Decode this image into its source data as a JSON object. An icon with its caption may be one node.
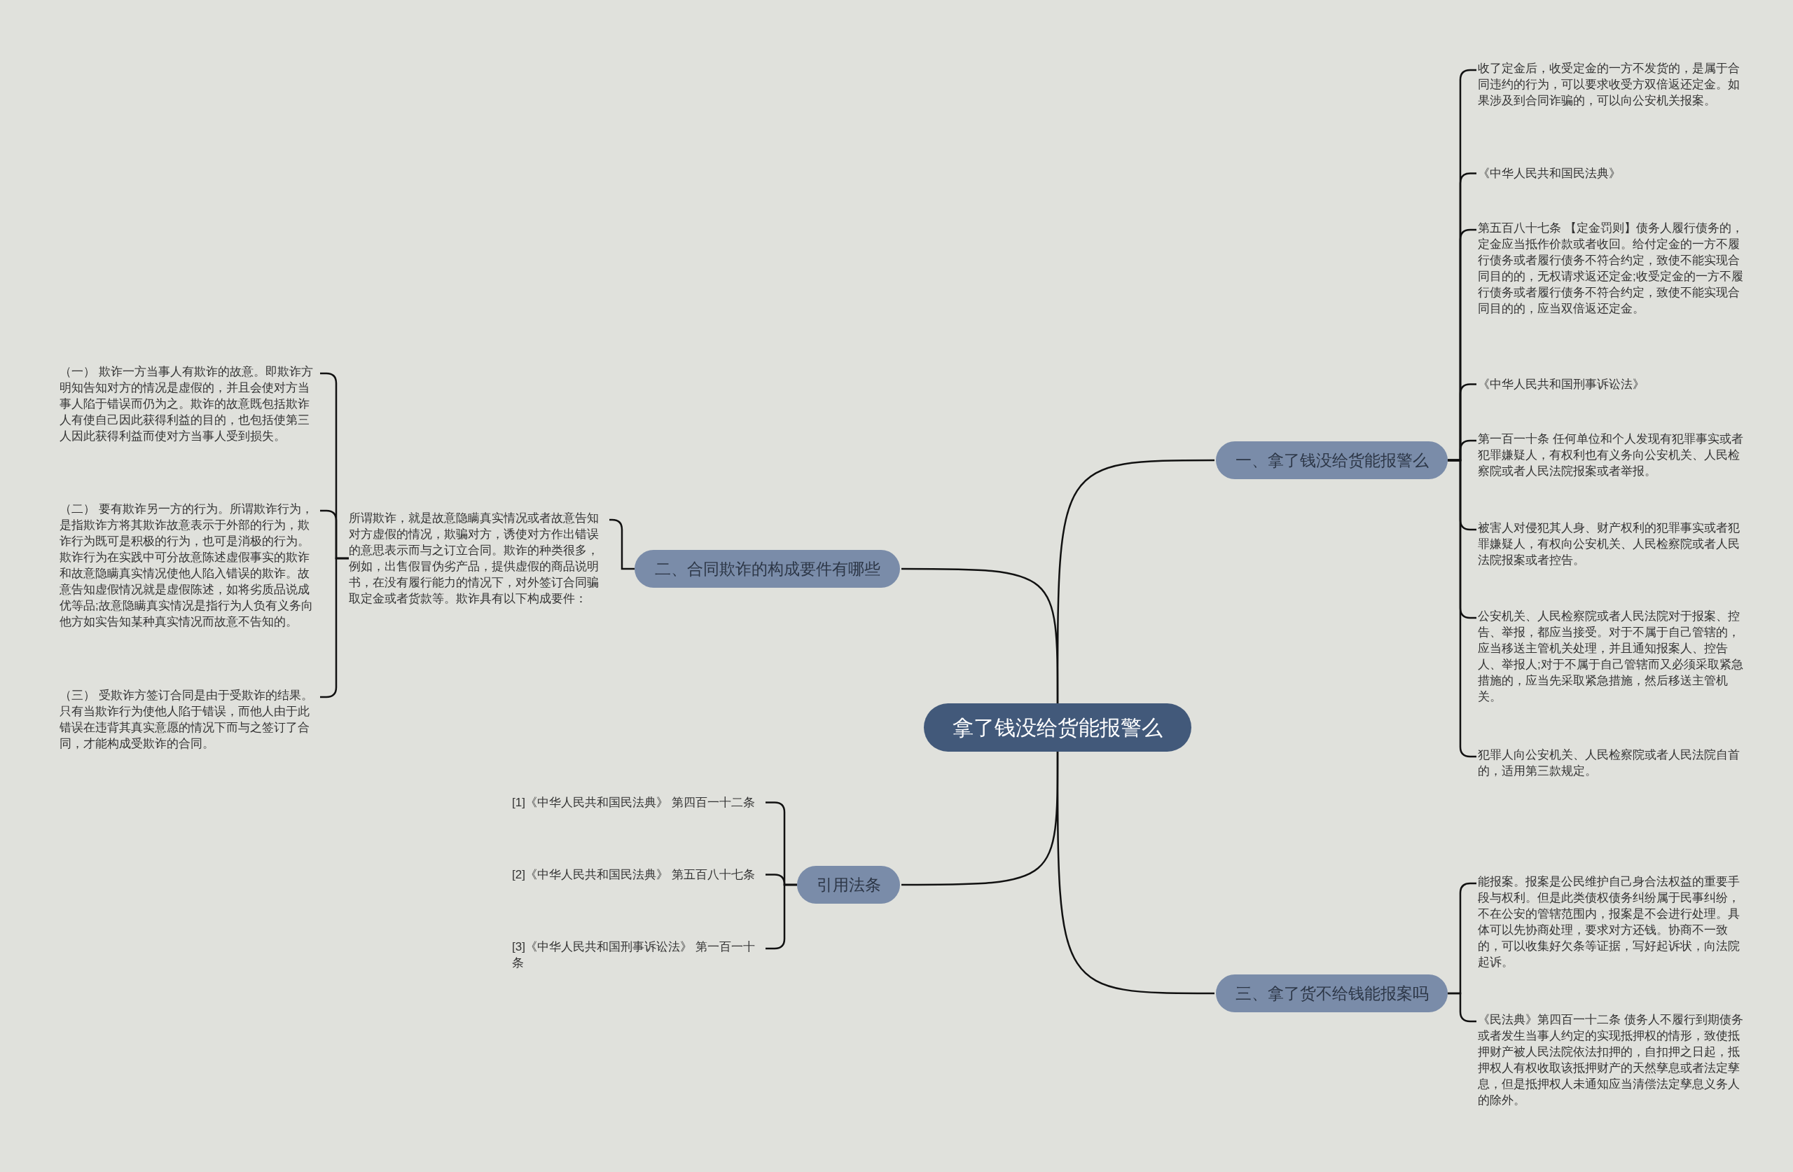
{
  "diagram": {
    "nodes": [
      {
        "text": [
          "拿了钱没给货能报警么"
        ]
      },
      {
        "text": [
          "一、拿了钱没给货能报警么"
        ]
      },
      {
        "text": [
          "收了定金后，收受定金的一方不发货的，是属于合同违约的行为，可以要求收受方双倍返还定金。如果涉及到合同诈骗的，可以向公安机关报案。"
        ]
      },
      {
        "text": [
          "《中华人民共和国民法典》"
        ]
      },
      {
        "text": [
          "第五百八十七条 【定金罚则】债务人履行债务的，定金应当抵作价款或者收回。给付定金的一方不履行债务或者履行债务不符合约定，致使不能实现合同目的的，无权请求返还定金;收受定金的一方不履行债务或者履行债务不符合约定，致使不能实现合同目的的，应当双倍返还定金。"
        ]
      },
      {
        "text": [
          "《中华人民共和国刑事诉讼法》"
        ]
      },
      {
        "text": [
          "第一百一十条 任何单位和个人发现有犯罪事实或者犯罪嫌疑人，有权利也有义务向公安机关、人民检察院或者人民法院报案或者举报。"
        ]
      },
      {
        "text": [
          "被害人对侵犯其人身、财产权利的犯罪事实或者犯罪嫌疑人，有权向公安机关、人民检察院或者人民法院报案或者控告。"
        ]
      },
      {
        "text": [
          "公安机关、人民检察院或者人民法院对于报案、控告、举报，都应当接受。对于不属于自己管辖的，应当移送主管机关处理，并且通知报案人、控告人、举报人;对于不属于自己管辖而又必须采取紧急措施的，应当先采取紧急措施，然后移送主管机关。"
        ]
      },
      {
        "text": [
          "犯罪人向公安机关、人民检察院或者人民法院自首的，适用第三款规定。"
        ]
      },
      {
        "text": [
          "二、合同欺诈的构成要件有哪些"
        ]
      },
      {
        "text": [
          "所谓欺诈，就是故意隐瞒真实情况或者故意告知对方虚假的情况，欺骗对方，诱使对方作出错误的意思表示而与之订立合同。欺诈的种类很多，例如，出售假冒伪劣产品，提供虚假的商品说明书，在没有履行能力的情况下，对外签订合同骗取定金或者货款等。欺诈具有以下构成要件："
        ]
      },
      {
        "text": [
          "（一） 欺诈一方当事人有欺诈的故意。即欺诈方明知告知对方的情况是虚假的，并且会使对方当事人陷于错误而仍为之。欺诈的故意既包括欺诈人有使自己因此获得利益的目的，也包括使第三人因此获得利益而使对方当事人受到损失。"
        ]
      },
      {
        "text": [
          "（二） 要有欺诈另一方的行为。所谓欺诈行为，是指欺诈方将其欺诈故意表示于外部的行为，欺诈行为既可是积极的行为，也可是消极的行为。欺诈行为在实践中可分故意陈述虚假事实的欺诈和故意隐瞒真实情况使他人陷入错误的欺诈。故意告知虚假情况就是虚假陈述，如将劣质品说成优等品;故意隐瞒真实情况是指行为人负有义务向他方如实告知某种真实情况而故意不告知的。"
        ]
      },
      {
        "text": [
          "（三） 受欺诈方签订合同是由于受欺诈的结果。只有当欺诈行为使他人陷于错误，而他人由于此错误在违背其真实意愿的情况下而与之签订了合同，才能构成受欺诈的合同。"
        ]
      },
      {
        "text": [
          "引用法条"
        ]
      },
      {
        "text": [
          "[1]《中华人民共和国民法典》 第四百一十二条"
        ]
      },
      {
        "text": [
          "[2]《中华人民共和国民法典》 第五百八十七条"
        ]
      },
      {
        "text": [
          "[3]《中华人民共和国刑事诉讼法》 第一百一十条"
        ]
      },
      {
        "text": [
          "三、拿了货不给钱能报案吗"
        ]
      },
      {
        "text": [
          "能报案。报案是公民维护自己身合法权益的重要手段与权利。但是此类债权债务纠纷属于民事纠纷，不在公安的管辖范围内，报案是不会进行处理。具体可以先协商处理，要求对方还钱。协商不一致的，可以收集好欠条等证据，写好起诉状，向法院起诉。"
        ]
      },
      {
        "text": [
          "《民法典》第四百一十二条 债务人不履行到期债务或者发生当事人约定的实现抵押权的情形，致使抵押财产被人民法院依法扣押的，自扣押之日起，抵押权人有权收取该抵押财产的天然孳息或者法定孳息，但是抵押权人未通知应当清偿法定孳息义务人的除外。"
        ]
      }
    ],
    "edges": [
      {
        "from": 0,
        "to": 1,
        "arrow": "none"
      },
      {
        "from": 1,
        "to": 2,
        "arrow": "none"
      },
      {
        "from": 1,
        "to": 3,
        "arrow": "none"
      },
      {
        "from": 1,
        "to": 4,
        "arrow": "none"
      },
      {
        "from": 1,
        "to": 5,
        "arrow": "none"
      },
      {
        "from": 1,
        "to": 6,
        "arrow": "none"
      },
      {
        "from": 1,
        "to": 7,
        "arrow": "none"
      },
      {
        "from": 1,
        "to": 8,
        "arrow": "none"
      },
      {
        "from": 1,
        "to": 9,
        "arrow": "none"
      },
      {
        "from": 0,
        "to": 10,
        "arrow": "none"
      },
      {
        "from": 10,
        "to": 11,
        "arrow": "none"
      },
      {
        "from": 11,
        "to": 12,
        "arrow": "none"
      },
      {
        "from": 11,
        "to": 13,
        "arrow": "none"
      },
      {
        "from": 11,
        "to": 14,
        "arrow": "none"
      },
      {
        "from": 0,
        "to": 15,
        "arrow": "none"
      },
      {
        "from": 15,
        "to": 16,
        "arrow": "none"
      },
      {
        "from": 15,
        "to": 17,
        "arrow": "none"
      },
      {
        "from": 15,
        "to": 18,
        "arrow": "none"
      },
      {
        "from": 0,
        "to": 19,
        "arrow": "none"
      },
      {
        "from": 19,
        "to": 20,
        "arrow": "none"
      },
      {
        "from": 19,
        "to": 21,
        "arrow": "none"
      }
    ]
  }
}
